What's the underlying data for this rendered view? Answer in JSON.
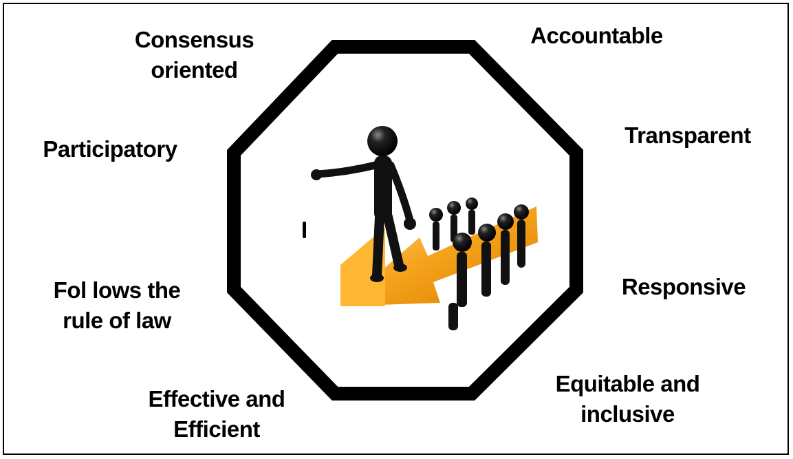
{
  "diagram": {
    "labels": {
      "consensus": "Consensus\noriented",
      "accountable": "Accountable",
      "transparent": "Transparent",
      "participatory": "Participatory",
      "follows": "Fol lows the\nrule of law",
      "responsive": "Responsive",
      "equitable": "Equitable and\ninclusive",
      "effective": "Effective and\nEfficient"
    },
    "colors": {
      "octagon_stroke": "#000000",
      "arrow": "#f5a21b",
      "figure": "#111111",
      "background": "#ffffff"
    },
    "icons": {
      "center_image": "leader-figure-with-arrow-icon"
    }
  }
}
